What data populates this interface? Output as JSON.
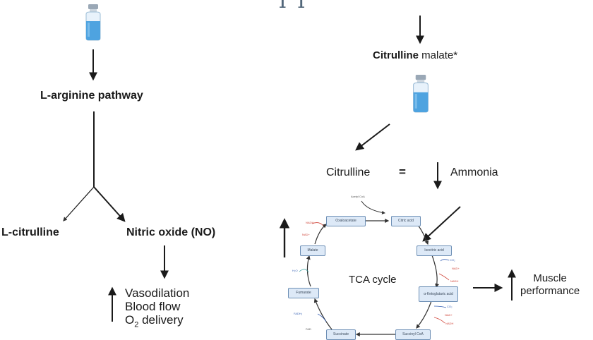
{
  "header_fragment": "ı ı",
  "left": {
    "pathway": "L-arginine pathway",
    "citrulline": "L-citrulline",
    "nitric_oxide": "Nitric oxide (NO)",
    "effects": [
      "Vasodilation",
      "Blood flow",
      "O",
      "2",
      " delivery"
    ]
  },
  "right": {
    "malate_bold": "Citrulline",
    "malate_rest": " malate*",
    "citrulline": "Citrulline",
    "equals": "=",
    "ammonia": "Ammonia",
    "tca_label": "TCA cycle",
    "outcome": [
      "Muscle",
      "performance"
    ]
  },
  "tca": {
    "acetyl_coa": "Acetyl CoA",
    "boxes": {
      "oxaloacetate": "Oxaloacetate",
      "citric_acid": "Citric acid",
      "malate": "Malate",
      "isocitric_acid": "Isocitric acid",
      "fumarate": "Fumarate",
      "alpha_ketoglutarate": "α-Ketoglutaric acid",
      "succinate": "Succinate",
      "succinyl_coa": "Succinyl CoA"
    },
    "small_labels": {
      "nadh_1": "NADH",
      "nad_1": "NAD+",
      "h2o": "H₂O",
      "co2_1": "CO₂",
      "nad_2": "NAD+",
      "nadh_2": "NADH",
      "co2_2": "CO₂",
      "nad_3": "NAD+",
      "nadh_3": "NADH",
      "fadh2": "FADH₂",
      "fad": "FAD"
    }
  },
  "colors": {
    "bottle_liquid": "#4ea3e0",
    "bottle_cap": "#9aa8b6",
    "box_fill": "#dde9f7",
    "box_border": "#6d8fb5",
    "red_cofactor": "#d0453a",
    "blue_cofactor": "#3a63b5"
  }
}
